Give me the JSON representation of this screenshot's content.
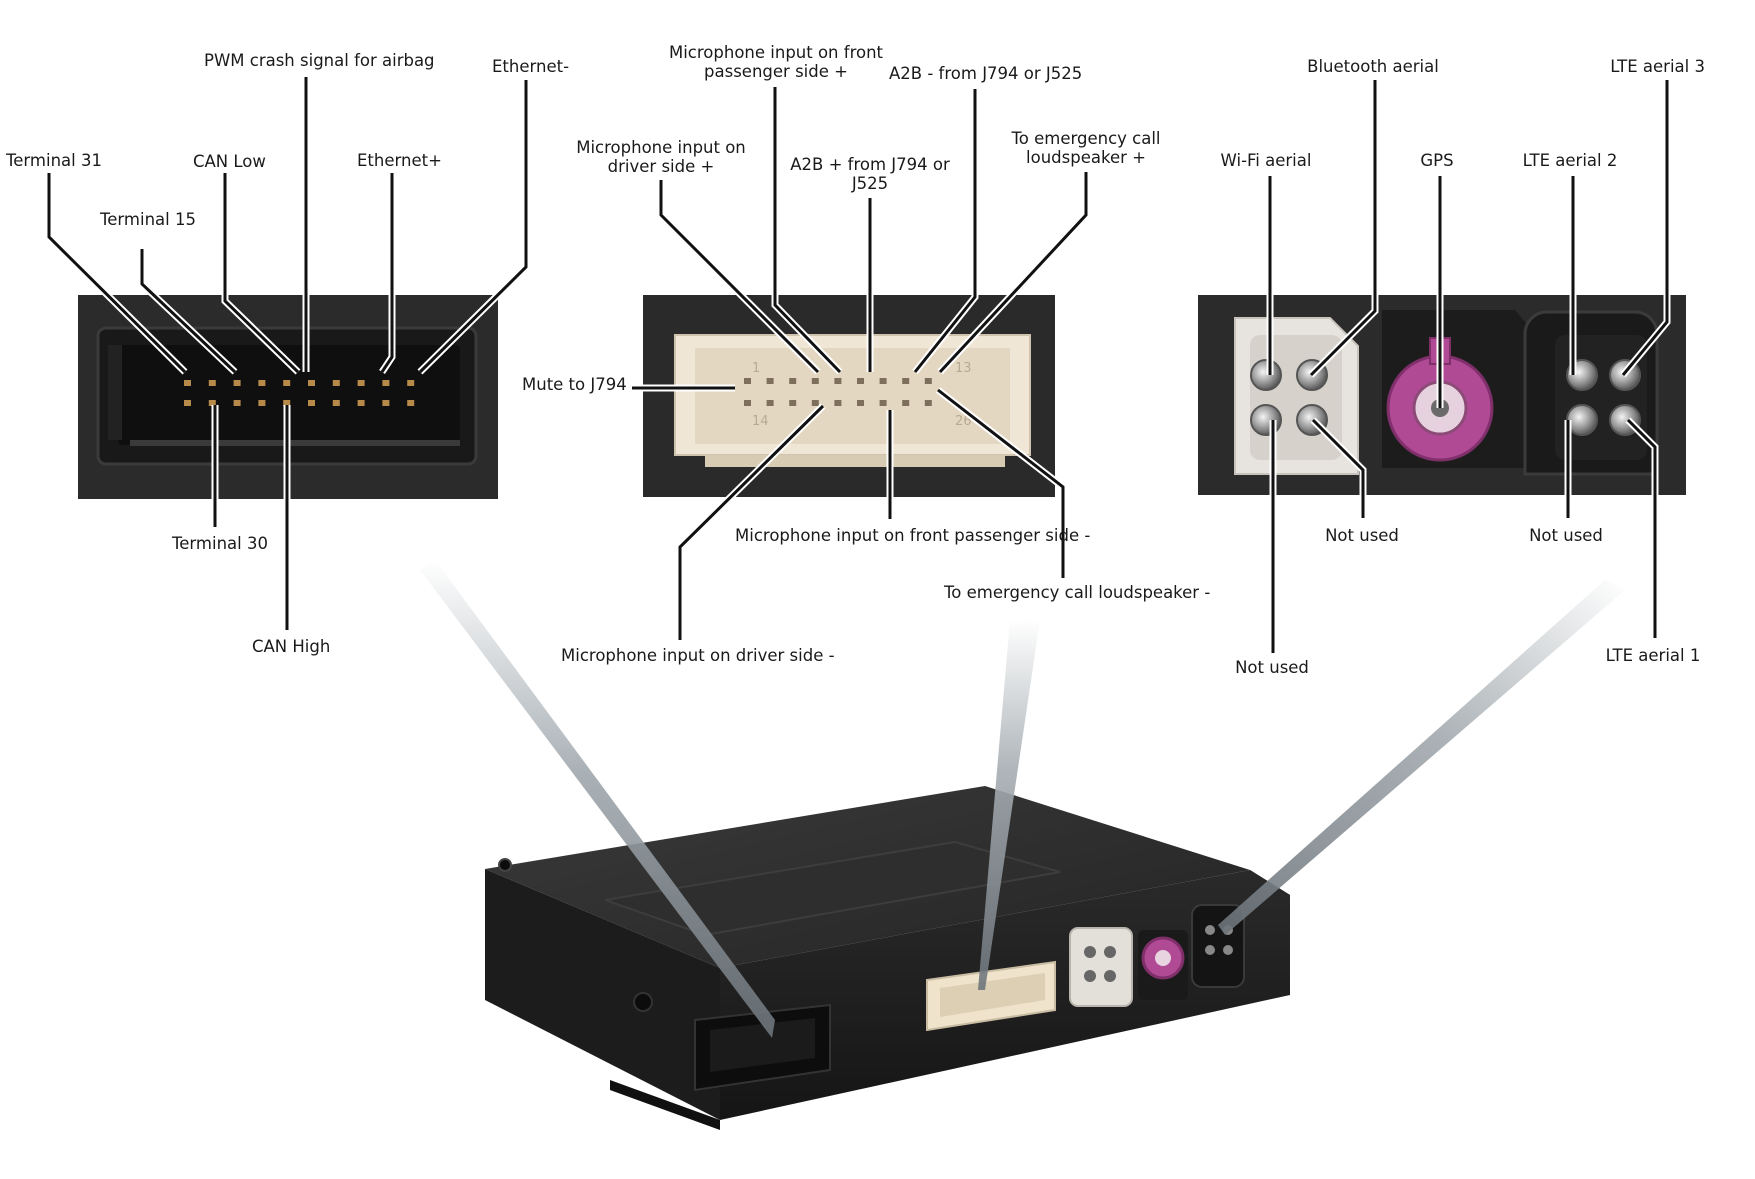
{
  "connectors": {
    "left": {
      "labels": {
        "terminal_31": "Terminal 31",
        "terminal_15": "Terminal 15",
        "can_low": "CAN Low",
        "pwm_crash": "PWM crash signal for airbag",
        "ethernet_plus": "Ethernet+",
        "ethernet_minus": "Ethernet-",
        "terminal_30": "Terminal 30",
        "can_high": "CAN High"
      }
    },
    "middle": {
      "labels": {
        "mic_front_plus_1": "Microphone input on front",
        "mic_front_plus_2": "passenger side +",
        "a2b_minus": "A2B - from J794 or J525",
        "mic_driver_plus_1": "Microphone input on",
        "mic_driver_plus_2": "driver side +",
        "a2b_plus_1": "A2B + from J794 or",
        "a2b_plus_2": "J525",
        "emergency_plus_1": "To emergency call",
        "emergency_plus_2": "loudspeaker +",
        "mute": "Mute to J794",
        "mic_front_minus": "Microphone input on front passenger side -",
        "emergency_minus": "To emergency call loudspeaker -",
        "mic_driver_minus": "Microphone input on driver side -"
      }
    },
    "right": {
      "labels": {
        "bluetooth": "Bluetooth aerial",
        "lte3": "LTE aerial 3",
        "wifi": "Wi-Fi aerial",
        "gps": "GPS",
        "lte2": "LTE aerial 2",
        "not_used_1": "Not used",
        "not_used_2": "Not used",
        "not_used_3": "Not used",
        "lte1": "LTE aerial 1"
      }
    }
  },
  "colors": {
    "housing_dark": "#2b2b2b",
    "housing_black": "#161616",
    "connector_cream": "#efe6d6",
    "connector_grey": "#e7e4df",
    "fakra_pink": "#b04a94",
    "leader": "#111111"
  }
}
